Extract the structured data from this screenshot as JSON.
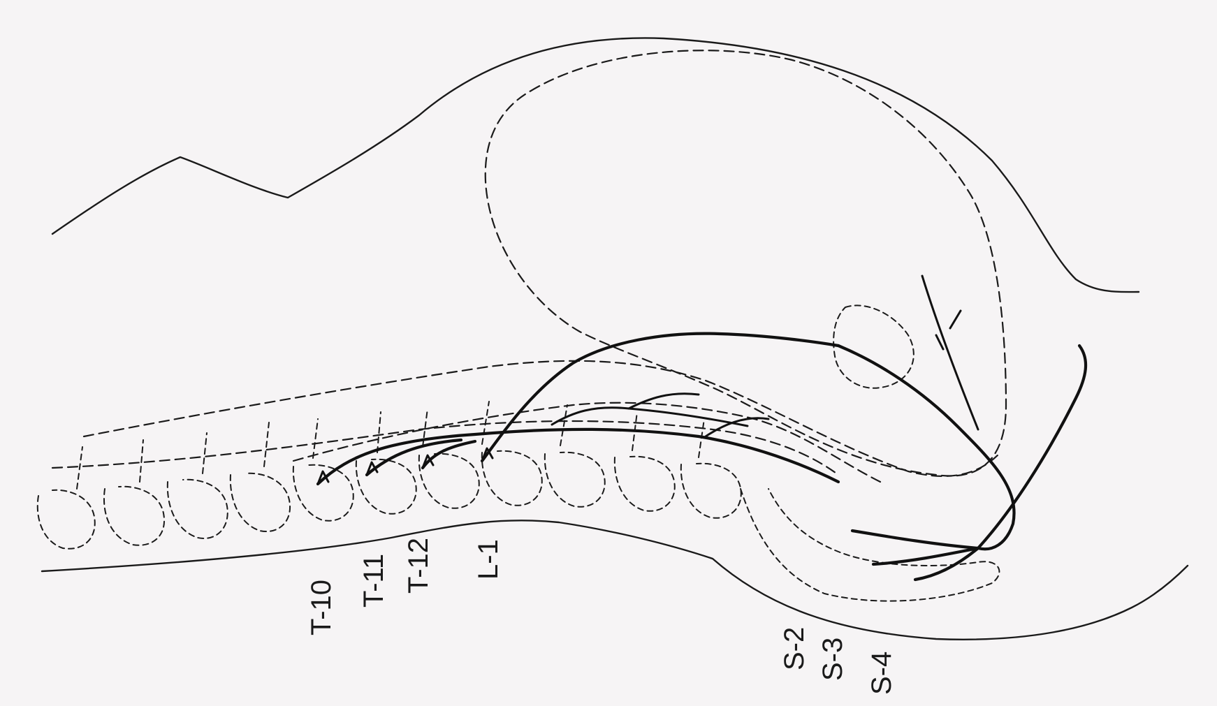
{
  "figure": {
    "labels": {
      "t10": "T-10",
      "t11": "T-11",
      "t12": "T-12",
      "l1": "L-1",
      "s2": "S-2",
      "s3": "S-3",
      "s4": "S-4"
    },
    "colors": {
      "background": "#f6f4f5",
      "ink": "#1a1a1a"
    }
  }
}
